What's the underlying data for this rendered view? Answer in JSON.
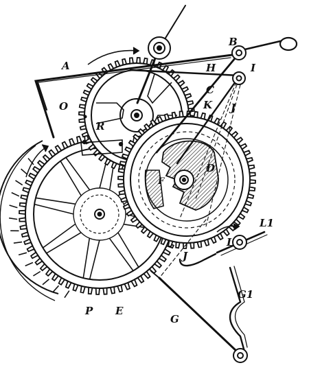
{
  "diagram": {
    "ink_color": "#111111",
    "hatch_color": "#222222",
    "background": "#ffffff",
    "labels": {
      "A": "A",
      "B": "B",
      "C": "C",
      "D": "D",
      "E": "E",
      "F": "F",
      "G": "G",
      "G1": "G1",
      "H": "H",
      "I": "I",
      "J_upper": "J",
      "J_lower": "J",
      "K": "K",
      "L": "L",
      "L1": "L1",
      "O": "O",
      "P": "P",
      "R": "R"
    }
  }
}
